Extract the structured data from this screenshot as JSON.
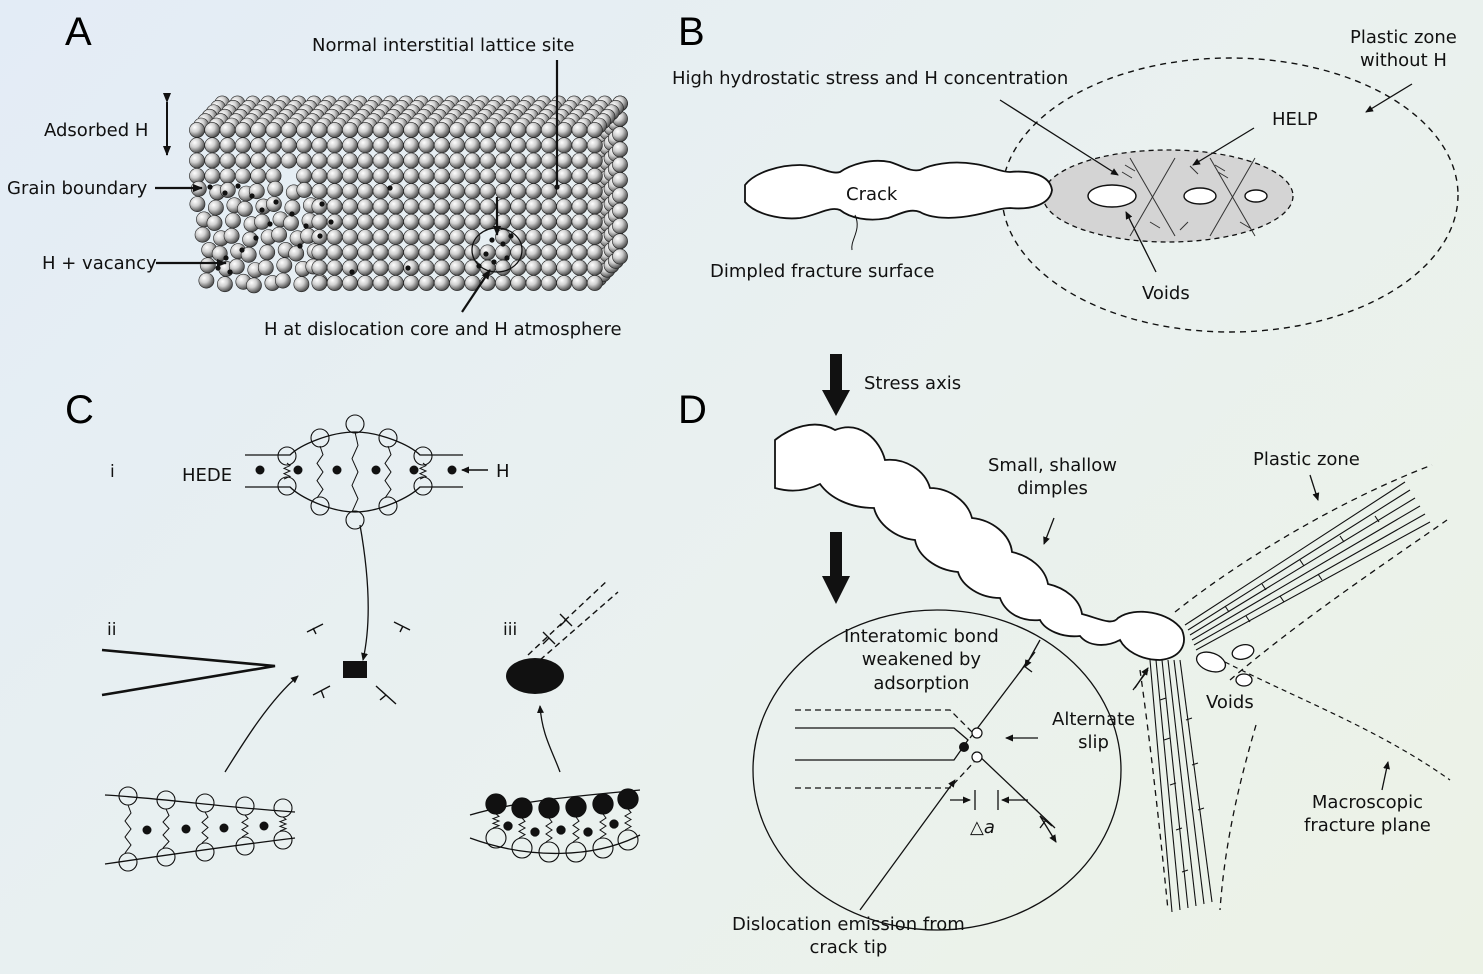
{
  "panels": {
    "a": "A",
    "b": "B",
    "c": "C",
    "d": "D"
  },
  "panel_a": {
    "normal_site": "Normal interstitial lattice site",
    "adsorbed": "Adsorbed H",
    "grain_boundary": "Grain boundary",
    "h_vacancy": "H + vacancy",
    "dislocation_core": "H at dislocation core and H atmosphere"
  },
  "panel_b": {
    "hydrostatic": "High hydrostatic stress and H concentration",
    "plastic_zone_line1": "Plastic zone",
    "plastic_zone_line2": "without H",
    "help": "HELP",
    "crack": "Crack",
    "dimpled": "Dimpled fracture surface",
    "voids": "Voids"
  },
  "panel_c": {
    "i": "i",
    "ii": "ii",
    "iii": "iii",
    "hede": "HEDE",
    "h": "H"
  },
  "panel_d": {
    "stress_axis": "Stress axis",
    "small_dimples_1": "Small, shallow",
    "small_dimples_2": "dimples",
    "plastic_zone": "Plastic zone",
    "bond_1": "Interatomic bond",
    "bond_2": "weakened by",
    "bond_3": "adsorption",
    "alternate_1": "Alternate",
    "alternate_2": "slip",
    "voids": "Voids",
    "macro_1": "Macroscopic",
    "macro_2": "fracture plane",
    "delta": "△a",
    "emission_1": "Dislocation emission from",
    "emission_2": "crack tip"
  },
  "colors": {
    "sphere_light": "#f2f2f2",
    "sphere_dark": "#5a5a5a",
    "help_fill": "#d4d4d4",
    "ink": "#111111"
  }
}
